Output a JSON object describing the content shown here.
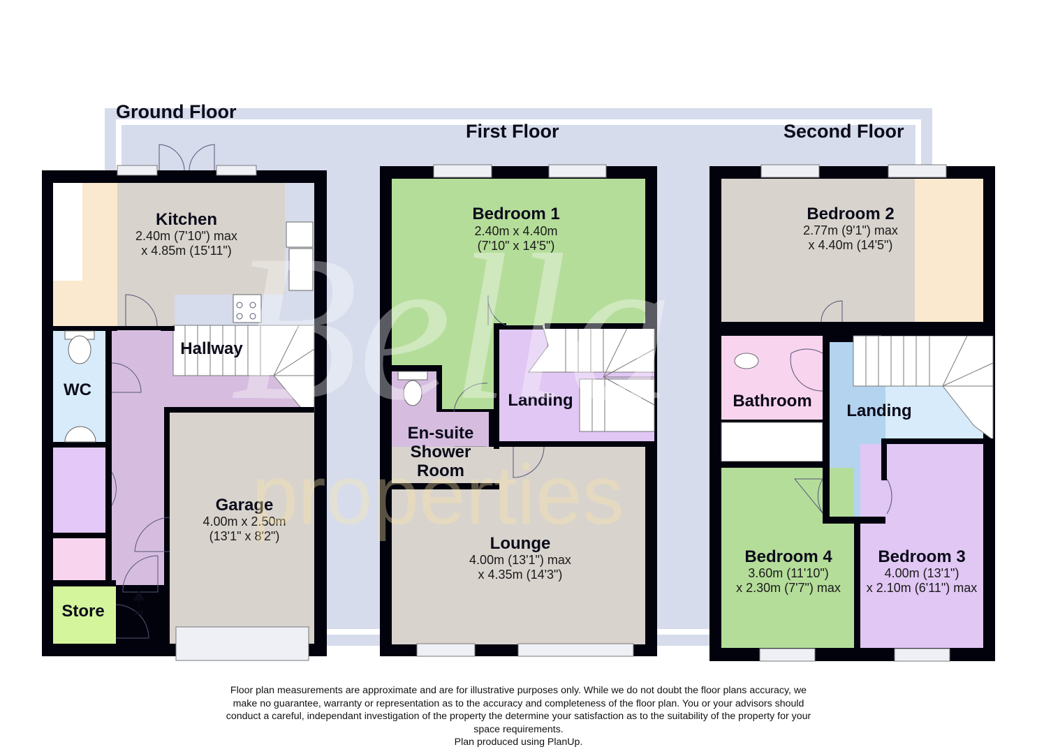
{
  "watermark": {
    "script_text": "Bella",
    "text": "properties",
    "frame_color": "#d6dcec",
    "text_color": "#fde9a8"
  },
  "floors": [
    {
      "title": "Ground Floor",
      "rooms": [
        {
          "name": "Kitchen",
          "dim_line1": "2.40m (7'10\") max",
          "dim_line2": "x 4.85m (15'11\")",
          "color": "#d8d3cd"
        },
        {
          "name": "Hallway",
          "color": "#d6bde0"
        },
        {
          "name": "WC",
          "color": "#d7ebfb"
        },
        {
          "name": "Garage",
          "dim_line1": "4.00m x 2.50m",
          "dim_line2": "(13'1\" x 8'2\")",
          "color": "#d8d3cd"
        },
        {
          "name": "Store",
          "color": "#d4f59b"
        }
      ],
      "entrance_label": "IN"
    },
    {
      "title": "First Floor",
      "rooms": [
        {
          "name": "Bedroom 1",
          "dim_line1": "2.40m x 4.40m",
          "dim_line2": "(7'10\" x 14'5\")",
          "color": "#b5dd9a"
        },
        {
          "name": "Landing",
          "color": "#e1c7f3"
        },
        {
          "name_line1": "En-suite",
          "name_line2": "Shower",
          "name_line3": "Room",
          "color": "#d6bde0"
        },
        {
          "name": "Lounge",
          "dim_line1": "4.00m (13'1\") max",
          "dim_line2": "x 4.35m (14'3\")",
          "color": "#d8d3cd"
        }
      ]
    },
    {
      "title": "Second Floor",
      "rooms": [
        {
          "name": "Bedroom 2",
          "dim_line1": "2.77m (9'1\") max",
          "dim_line2": "x 4.40m (14'5\")",
          "color": "#d8d3cd"
        },
        {
          "name": "Bathroom",
          "color": "#f9d4ef"
        },
        {
          "name": "Landing",
          "color": "#b3d3ef"
        },
        {
          "name": "Bedroom 4",
          "dim_line1": "3.60m (11'10\")",
          "dim_line2": "x 2.30m (7'7\") max",
          "color": "#b5dd9a"
        },
        {
          "name": "Bedroom 3",
          "dim_line1": "4.00m (13'1\")",
          "dim_line2": "x 2.10m (6'11\") max",
          "color": "#e1c7f3"
        }
      ]
    }
  ],
  "disclaimer": {
    "line1": "Floor plan measurements are approximate and are for illustrative purposes only. While we do not doubt the floor plans accuracy, we",
    "line2": "make no guarantee, warranty or representation as to the accuracy and completeness of the floor plan. You or your advisors should",
    "line3": "conduct a careful, independant investigation of the property the determine your satisfaction as to the suitability of the property for your",
    "line4": "space requirements.",
    "line5": "Plan produced using PlanUp."
  }
}
